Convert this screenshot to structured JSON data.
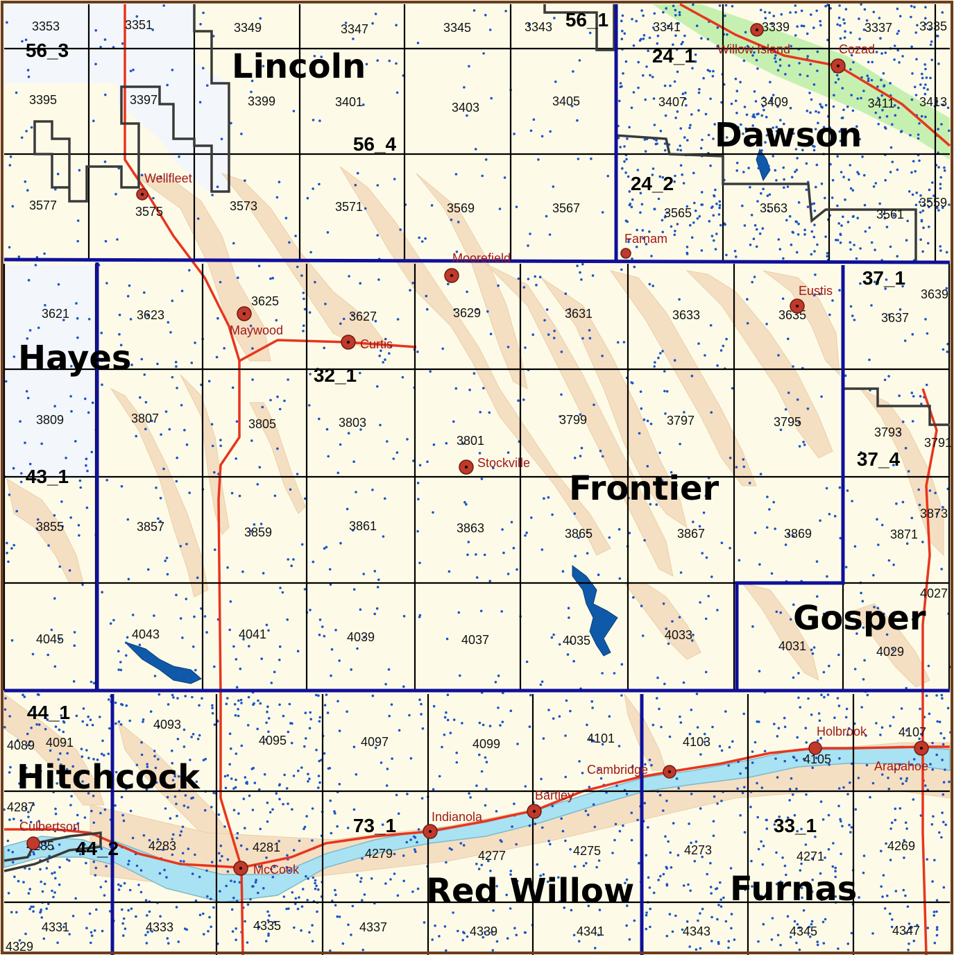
{
  "colors": {
    "background": "#fdfbe8",
    "grid_lines": "#000000",
    "county_boundary": "#10109a",
    "zone_boundary": "#3a3a3a",
    "roads": "#e8351f",
    "sandhills": "#f5dfc2",
    "river": "#a9e2f2",
    "lakes": "#0f5aa8",
    "wells": "#1b54c7",
    "floodplain": "#c6f0b0",
    "town_marker": "#c0392b",
    "town_label": "#a01818",
    "frame": "#6b3d1e"
  },
  "counties": [
    {
      "id": "lincoln",
      "name": "Lincoln"
    },
    {
      "id": "dawson",
      "name": "Dawson"
    },
    {
      "id": "hayes",
      "name": "Hayes"
    },
    {
      "id": "frontier",
      "name": "Frontier"
    },
    {
      "id": "gosper",
      "name": "Gosper"
    },
    {
      "id": "hitchcock",
      "name": "Hitchcock"
    },
    {
      "id": "red-willow",
      "name": "Red Willow"
    },
    {
      "id": "furnas",
      "name": "Furnas"
    }
  ],
  "zones": [
    "56_3",
    "56_1",
    "56_4",
    "24_1",
    "24_2",
    "37_1",
    "32_1",
    "43_1",
    "37_4",
    "44_1",
    "44_2",
    "73_1",
    "33_1"
  ],
  "towns": [
    "Willow Island",
    "Cozad",
    "Wellfleet",
    "Farnam",
    "Moorefield",
    "Eustis",
    "Maywood",
    "Curtis",
    "Stockville",
    "Holbrook",
    "Arapahoe",
    "Cambridge",
    "Bartley",
    "Indianola",
    "Culbertson",
    "McCook"
  ],
  "cells": [
    "3353",
    "3351",
    "3349",
    "3347",
    "3345",
    "3343",
    "3341",
    "3339",
    "3337",
    "3335",
    "3395",
    "3397",
    "3399",
    "3401",
    "3403",
    "3405",
    "3407",
    "3409",
    "3411",
    "3413",
    "3577",
    "3575",
    "3573",
    "3571",
    "3569",
    "3567",
    "3565",
    "3563",
    "3561",
    "3559",
    "3621",
    "3623",
    "3625",
    "3627",
    "3629",
    "3631",
    "3633",
    "3635",
    "3637",
    "3639",
    "3809",
    "3807",
    "3805",
    "3803",
    "3801",
    "3799",
    "3797",
    "3795",
    "3793",
    "3791",
    "3855",
    "3857",
    "3859",
    "3861",
    "3863",
    "3865",
    "3867",
    "3869",
    "3871",
    "3873",
    "4045",
    "4043",
    "4041",
    "4039",
    "4037",
    "4035",
    "4033",
    "4031",
    "4029",
    "4027",
    "4089",
    "4091",
    "4093",
    "4095",
    "4097",
    "4099",
    "4101",
    "4103",
    "4105",
    "4107",
    "4287",
    "4285",
    "4283",
    "4281",
    "4279",
    "4277",
    "4275",
    "4273",
    "4271",
    "4269",
    "4331",
    "4329",
    "4333",
    "4335",
    "4337",
    "4339",
    "4341",
    "4343",
    "4345",
    "4347"
  ]
}
